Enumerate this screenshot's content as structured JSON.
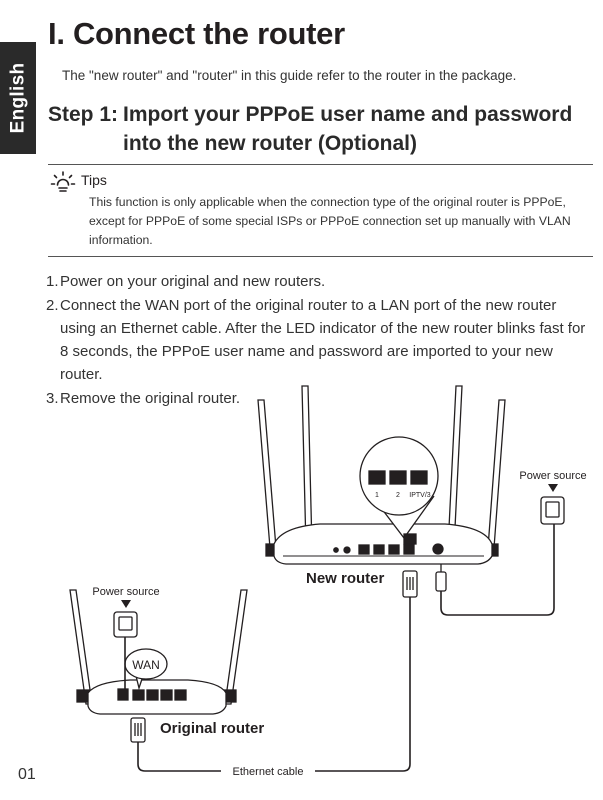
{
  "side_tab": "English",
  "title": "I. Connect the router",
  "intro": "The \"new router\" and \"router\" in this guide refer to the router in the package.",
  "step": {
    "label": "Step 1:",
    "text": "Import your PPPoE user name and password into the new router (Optional)"
  },
  "tips": {
    "title": "Tips",
    "icon": "sun-bulb-icon",
    "body": "This function is only applicable when the connection type of the original router is PPPoE, except for PPPoE of some special ISPs or PPPoE connection set up manually with VLAN information."
  },
  "steps": [
    {
      "num": "1.",
      "text": "Power on your original and new routers."
    },
    {
      "num": "2.",
      "text": "Connect the WAN port of the original router to a LAN port of the new router using an Ethernet cable. After the LED indicator of the new router blinks fast for 8 seconds, the PPPoE user name and password are imported to your new router."
    },
    {
      "num": "3.",
      "text": "Remove the original router."
    }
  ],
  "diagram": {
    "power_source_right": "Power source",
    "power_source_left": "Power source",
    "new_router": "New router",
    "original_router": "Original router",
    "wan": "WAN",
    "ethernet_cable": "Ethernet cable",
    "port_labels": [
      "1",
      "2",
      "IPTV/3"
    ]
  },
  "page_number": "01"
}
